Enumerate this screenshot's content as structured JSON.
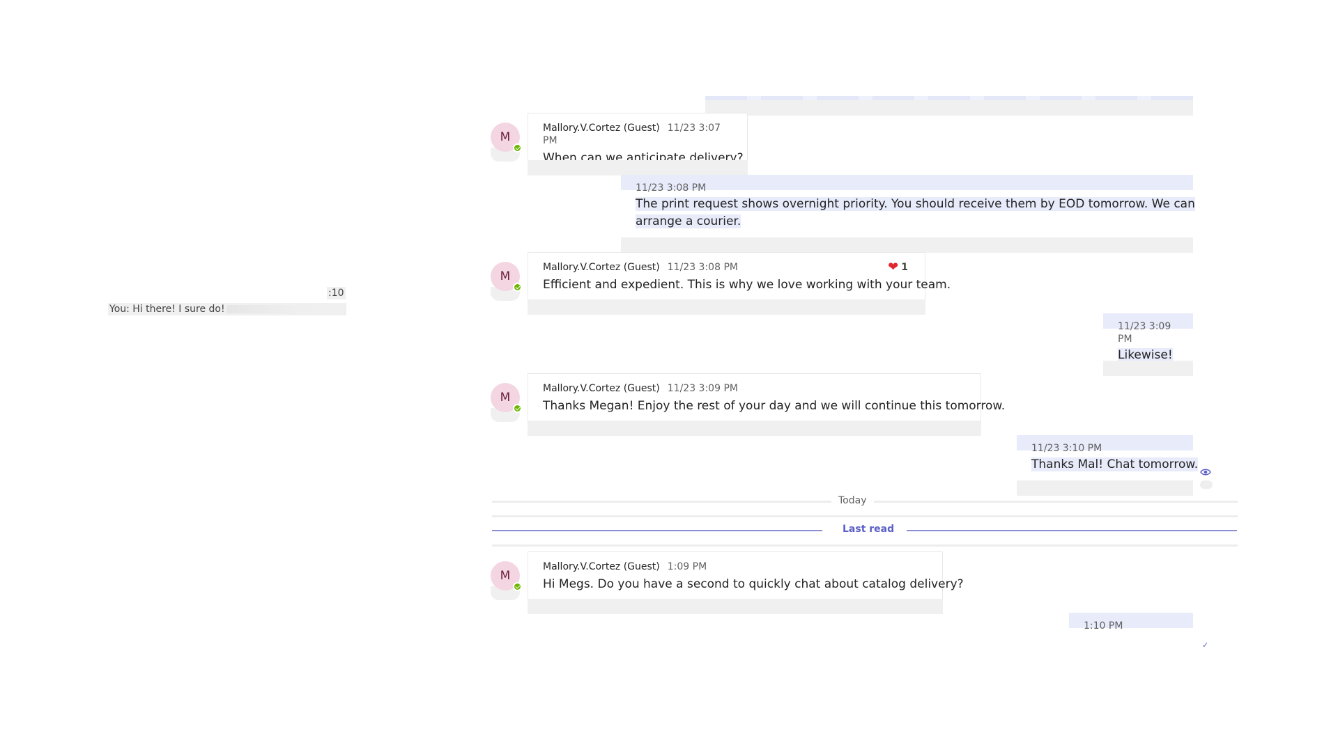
{
  "chat_list_preview": {
    "time_fragment": ":10",
    "snippet": "You: Hi there! I sure do!"
  },
  "messages": [
    {
      "direction": "in",
      "sender": "Mallory.V.Cortez (Guest)",
      "avatar_initial": "M",
      "time": "11/23 3:07 PM",
      "text": "When can we anticipate delivery?"
    },
    {
      "direction": "out",
      "time": "11/23 3:08 PM",
      "lines": [
        "The print request shows overnight priority. You should receive them by EOD tomorrow. We can",
        "arrange a courier."
      ]
    },
    {
      "direction": "in",
      "sender": "Mallory.V.Cortez (Guest)",
      "avatar_initial": "M",
      "time": "11/23 3:08 PM",
      "text": "Efficient and expedient. This is why we love working with your team.",
      "reaction": {
        "icon": "heart",
        "count": "1"
      }
    },
    {
      "direction": "out",
      "time": "11/23 3:09 PM",
      "text": "Likewise!"
    },
    {
      "direction": "in",
      "sender": "Mallory.V.Cortez (Guest)",
      "avatar_initial": "M",
      "time": "11/23 3:09 PM",
      "text": "Thanks Megan! Enjoy the rest of your day and we will continue this tomorrow."
    },
    {
      "direction": "out",
      "time": "11/23 3:10 PM",
      "text": "Thanks Mal! Chat tomorrow."
    },
    {
      "direction": "in",
      "sender": "Mallory.V.Cortez (Guest)",
      "avatar_initial": "M",
      "time": "1:09 PM",
      "text": "Hi Megs. Do you have a second to quickly chat about catalog delivery?"
    },
    {
      "direction": "out",
      "time": "1:10 PM"
    }
  ],
  "dividers": {
    "today": "Today",
    "last_read": "Last read"
  },
  "icons": {
    "seen": "eye-icon",
    "sent": "check-icon",
    "presence": "available-check-icon",
    "reaction": "heart-icon"
  },
  "colors": {
    "accent": "#5b5fc7",
    "outgoing_bubble": "#e8ebfa",
    "presence_available": "#6bb700",
    "avatar_bg": "#f3d6e2",
    "heart": "#e0262f"
  }
}
